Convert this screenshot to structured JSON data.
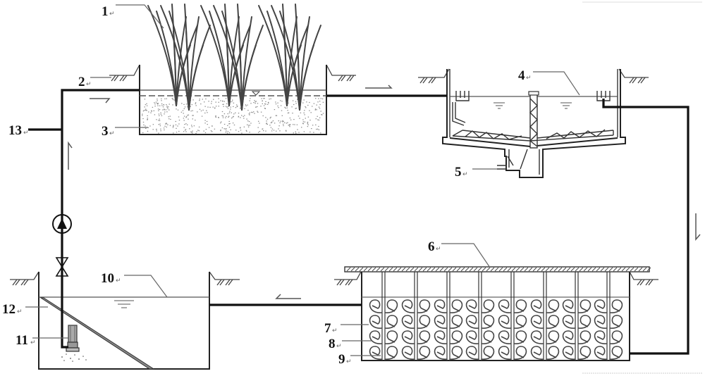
{
  "title": "Constructed wetland wastewater treatment process diagram",
  "labels": [
    {
      "id": "1",
      "text": "1",
      "component": "wetland plants (reeds)"
    },
    {
      "id": "2",
      "text": "2",
      "component": "inlet pipe to wetland"
    },
    {
      "id": "3",
      "text": "3",
      "component": "wetland substrate bed"
    },
    {
      "id": "4",
      "text": "4",
      "component": "sedimentation tank"
    },
    {
      "id": "5",
      "text": "5",
      "component": "sludge discharge pipe"
    },
    {
      "id": "6",
      "text": "6",
      "component": "cover plate"
    },
    {
      "id": "7",
      "text": "7",
      "component": "biological treatment tank"
    },
    {
      "id": "8",
      "text": "8",
      "component": "biofilm carrier"
    },
    {
      "id": "9",
      "text": "9",
      "component": "support rod"
    },
    {
      "id": "10",
      "text": "10",
      "component": "collection tank"
    },
    {
      "id": "11",
      "text": "11",
      "component": "submersible pump"
    },
    {
      "id": "12",
      "text": "12",
      "component": "inclined screen"
    },
    {
      "id": "13",
      "text": "13",
      "component": "lift pipe"
    }
  ],
  "return_mark": "↵",
  "flow_arrows": [
    "right",
    "right",
    "down",
    "left",
    "up"
  ],
  "colors": {
    "line": "#111111",
    "leader": "#666666",
    "background": "#ffffff"
  }
}
